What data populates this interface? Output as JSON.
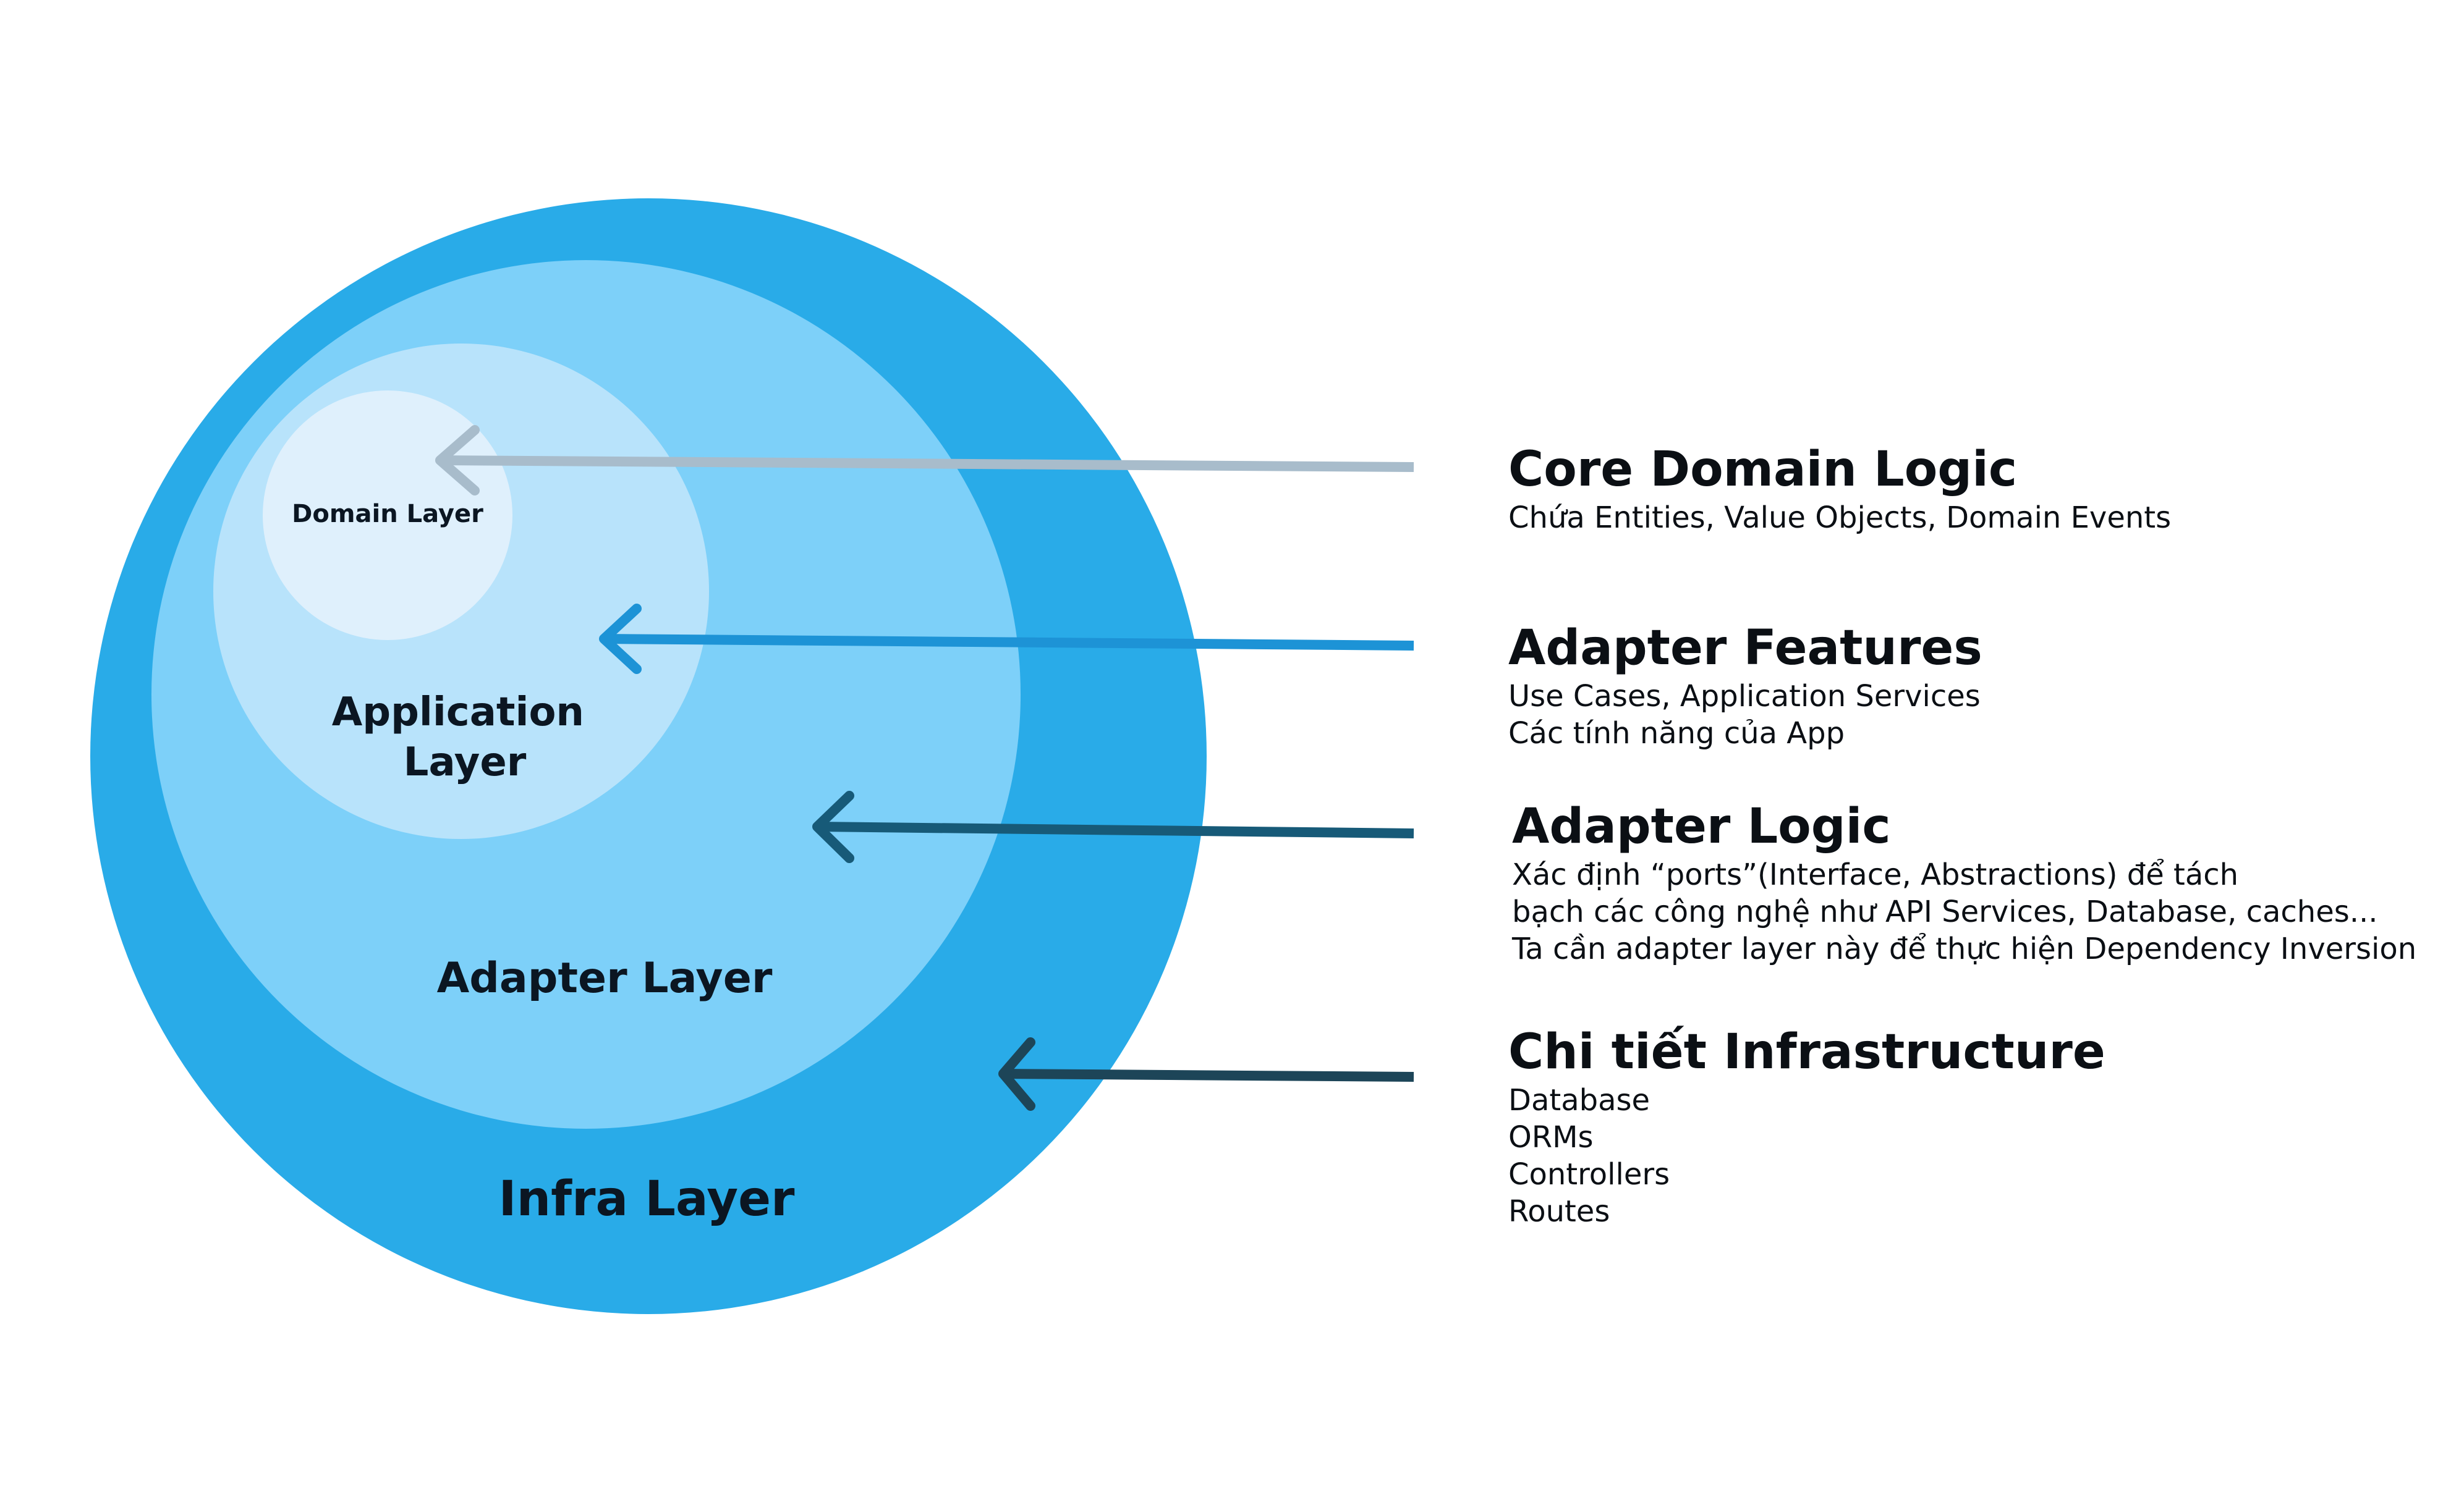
{
  "layers": [
    {
      "label": "Infra Layer",
      "color": "#29abe8"
    },
    {
      "label": "Adapter Layer",
      "color": "#7dd0f9"
    },
    {
      "label_lines": [
        "Application",
        "Layer"
      ],
      "color": "#b8e3fb"
    },
    {
      "label": "Domain Layer",
      "color": "#dff0fc"
    }
  ],
  "arrows": [
    {
      "target": "Domain Layer",
      "color": "#a8bccb"
    },
    {
      "target": "Application Layer",
      "color": "#1d93d6"
    },
    {
      "target": "Adapter Layer",
      "color": "#175a78"
    },
    {
      "target": "Infra Layer",
      "color": "#1d4558"
    }
  ],
  "descriptions": [
    {
      "title": "Core Domain Logic",
      "lines": [
        "Chứa Entities, Value Objects, Domain Events"
      ]
    },
    {
      "title": "Adapter Features",
      "lines": [
        "Use Cases, Application Services",
        "Các tính năng của App"
      ]
    },
    {
      "title": "Adapter Logic",
      "lines": [
        "Xác định “ports”(Interface, Abstractions)  để tách",
        "bạch các công nghệ như API Services, Database, caches...",
        "Ta cần adapter layer này để thực hiện Dependency Inversion"
      ]
    },
    {
      "title": "Chi tiết Infrastructure",
      "lines": [
        "Database",
        "ORMs",
        "Controllers",
        "Routes"
      ]
    }
  ]
}
